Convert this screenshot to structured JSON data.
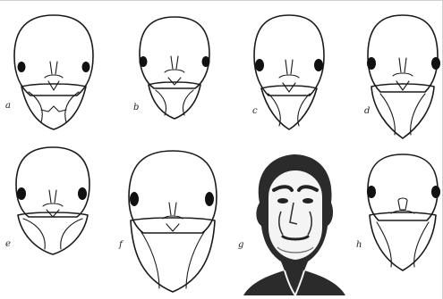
{
  "figures": [
    {
      "label": "a"
    },
    {
      "label": "b"
    },
    {
      "label": "c"
    },
    {
      "label": "d"
    },
    {
      "label": "e"
    },
    {
      "label": "f"
    },
    {
      "label": "g"
    },
    {
      "label": "h"
    }
  ],
  "colors": {
    "ink": "#1a1a1a",
    "background": "#ffffff",
    "border": "#cfcfcf"
  }
}
